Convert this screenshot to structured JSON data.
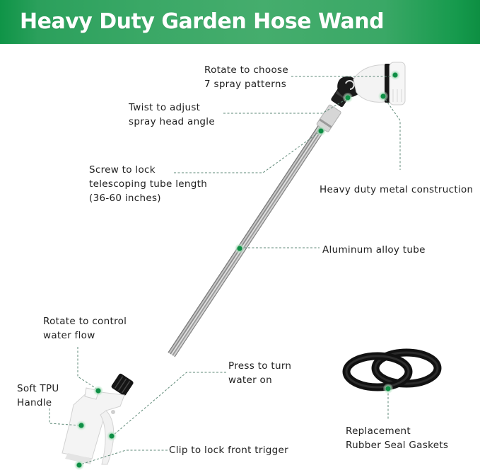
{
  "banner": {
    "title": "Heavy Duty Garden Hose Wand",
    "color": "#3aa866"
  },
  "callouts": {
    "spray_patterns": {
      "line1": "Rotate to choose",
      "line2": "7 spray patterns"
    },
    "head_angle": {
      "line1": "Twist to adjust",
      "line2": "spray head angle"
    },
    "metal": {
      "line1": "Heavy duty metal construction"
    },
    "telescoping": {
      "line1": "Screw to lock",
      "line2": "telescoping tube length",
      "line3": "(36-60 inches)"
    },
    "aluminum": {
      "line1": "Aluminum alloy tube"
    },
    "water_flow": {
      "line1": "Rotate to control",
      "line2": "water flow"
    },
    "handle": {
      "line1": "Soft TPU",
      "line2": "Handle"
    },
    "trigger": {
      "line1": "Press to turn",
      "line2": "water on"
    },
    "clip": {
      "line1": "Clip to lock front trigger"
    },
    "gaskets": {
      "line1": "Replacement",
      "line2": "Rubber Seal Gaskets"
    }
  },
  "colors": {
    "marker": "#0e8f45",
    "marker_halo": "#bfe6cc",
    "leader_line": "#5f8a78"
  }
}
